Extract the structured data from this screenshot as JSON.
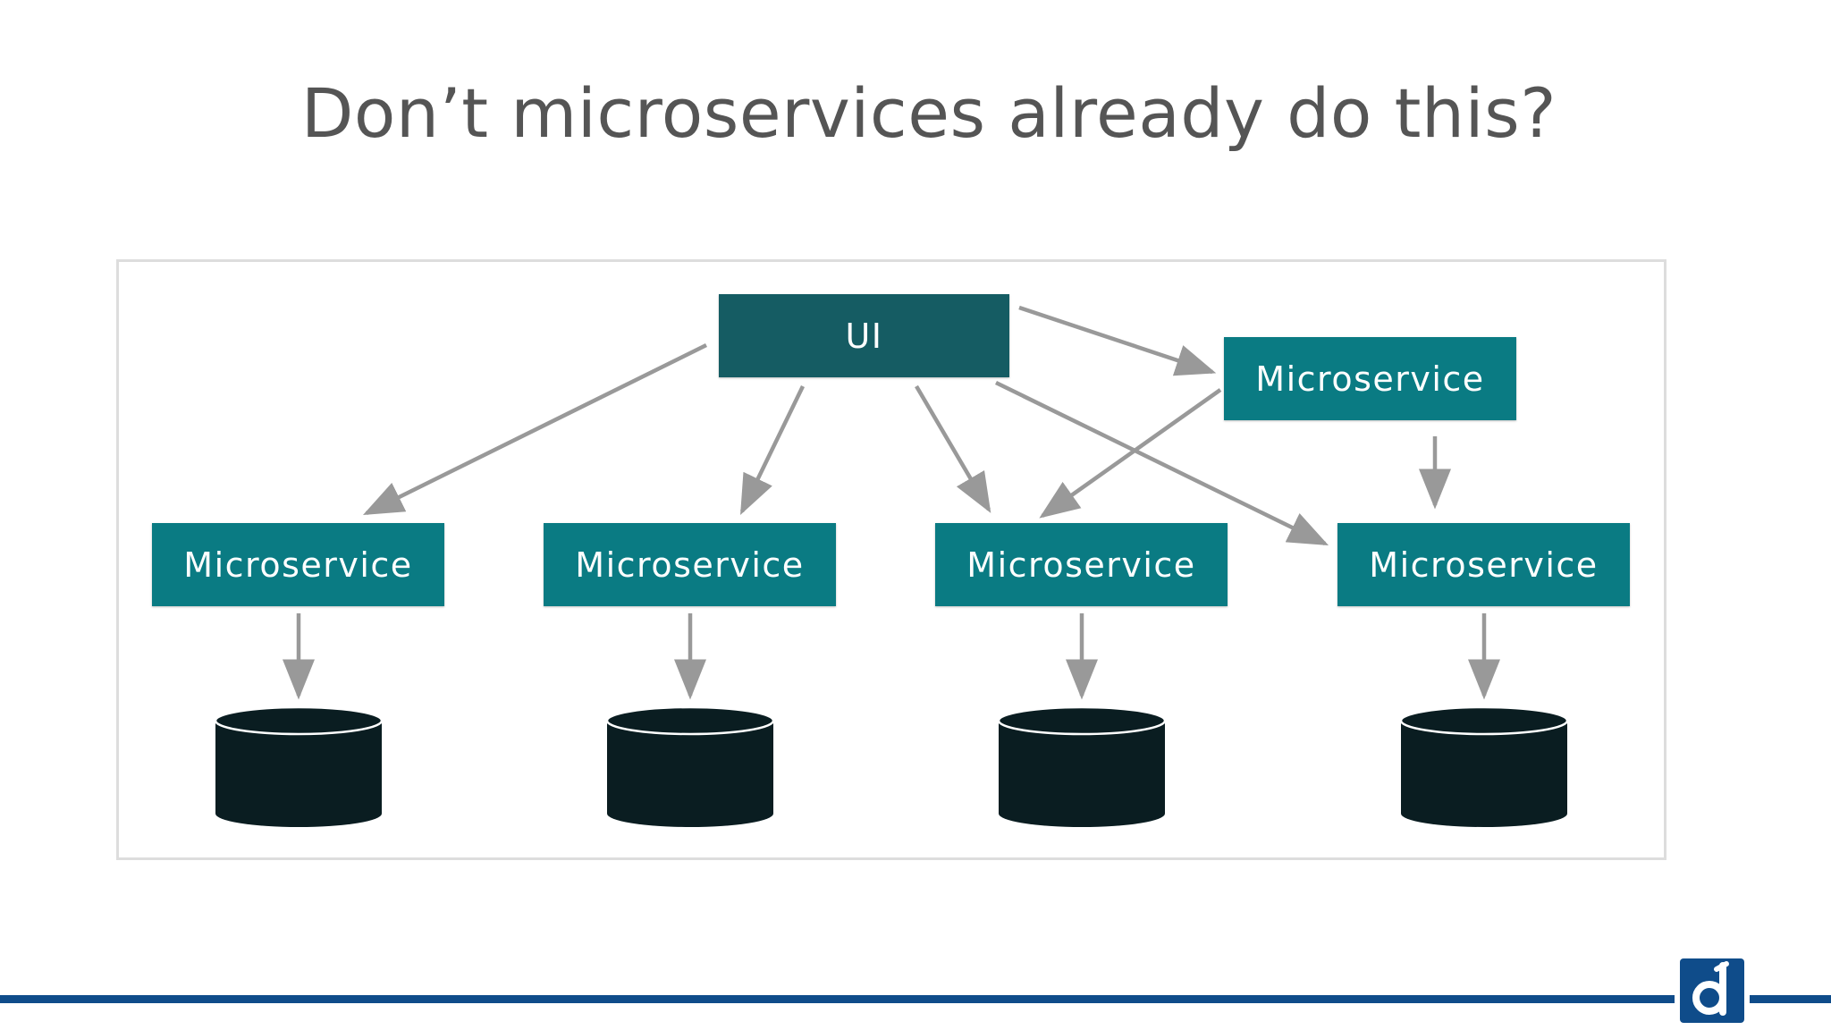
{
  "slide": {
    "title": "Don’t microservices already do this?"
  },
  "diagram": {
    "ui_label": "UI",
    "microservice_labels": [
      "Microservice",
      "Microservice",
      "Microservice",
      "Microservice",
      "Microservice"
    ]
  },
  "colors": {
    "ui_fill": "#155c63",
    "microservice_fill": "#0a7b83",
    "database_fill": "#0a1d21",
    "arrow": "#999999",
    "brand_line": "#0f4c8a"
  },
  "footer": {
    "logo_icon": "brand-logo-icon"
  }
}
